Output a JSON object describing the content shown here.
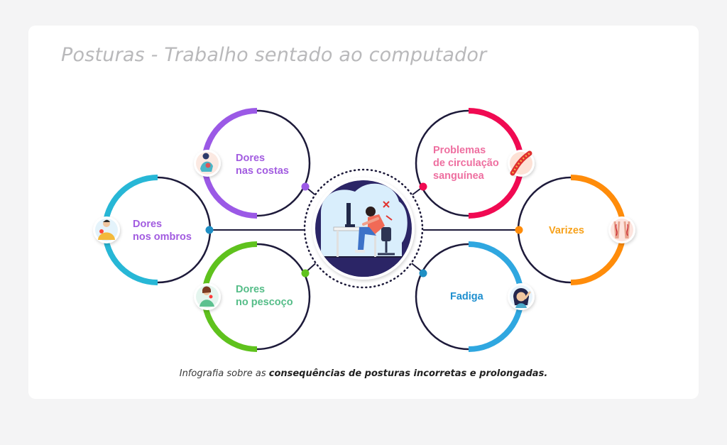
{
  "title": "Posturas - Trabalho sentado ao computador",
  "nodes": [
    {
      "id": "costas",
      "line1": "Dores",
      "line2": "nas costas",
      "line3": "",
      "color": "#a25ce0",
      "icon": "back-pain-icon"
    },
    {
      "id": "ombros",
      "line1": "Dores",
      "line2": "nos ombros",
      "line3": "",
      "color": "#a25ce0",
      "icon": "shoulder-pain-icon"
    },
    {
      "id": "pescoco",
      "line1": "Dores",
      "line2": "no pescoço",
      "line3": "",
      "color": "#55bd88",
      "icon": "neck-pain-icon"
    },
    {
      "id": "circulacao",
      "line1": "Problemas",
      "line2": "de circulação",
      "line3": "sanguínea",
      "color": "#ee6fa0",
      "icon": "blood-vessel-icon"
    },
    {
      "id": "varizes",
      "line1": "Varizes",
      "line2": "",
      "line3": "",
      "color": "#f7a21c",
      "icon": "varicose-veins-icon"
    },
    {
      "id": "fadiga",
      "line1": "Fadiga",
      "line2": "",
      "line3": "",
      "color": "#1e8fcf",
      "icon": "fatigue-icon"
    }
  ],
  "colors": {
    "outline": "#1d1a3a",
    "costas_arc": "#9b59e6",
    "ombros_arc": "#27b7d6",
    "pescoco_arc": "#5fc21d",
    "circulacao_arc": "#f00a52",
    "varizes_arc": "#ff8c0a",
    "fadiga_arc": "#2fa7e0",
    "center_bg": "#2b2566"
  },
  "caption": {
    "prefix": "Infografia sobre as ",
    "bold": "consequências de posturas incorretas e prolongadas."
  }
}
